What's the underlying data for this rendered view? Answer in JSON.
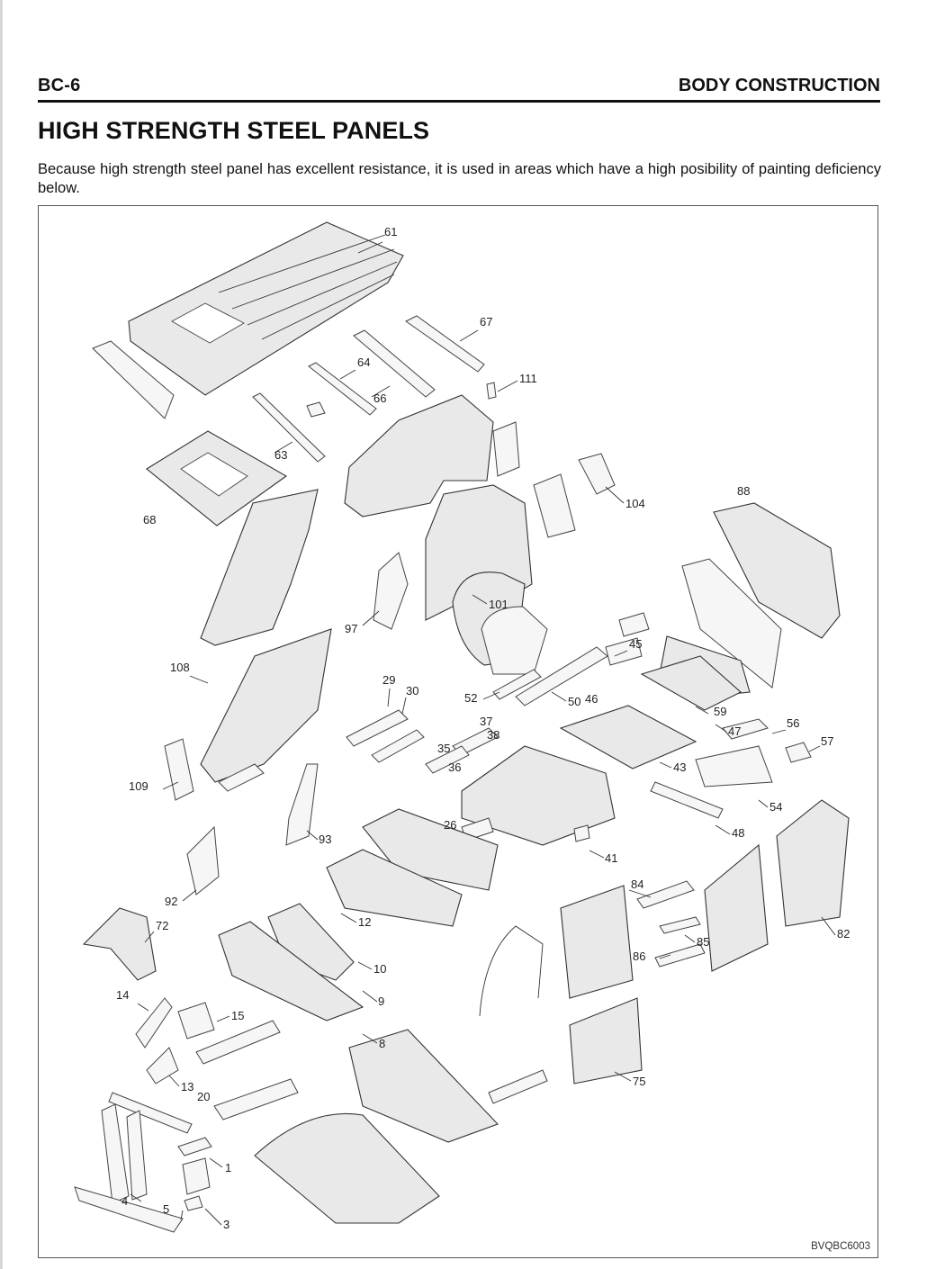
{
  "header": {
    "section_code": "BC-6",
    "section_title": "BODY CONSTRUCTION"
  },
  "page_title": "HIGH STRENGTH STEEL PANELS",
  "intro_text": "Because high strength steel panel has excellent resistance, it is used in areas which have a high posibility of painting deficiency below.",
  "figure": {
    "code": "BVQBC6003",
    "callouts": [
      "61",
      "67",
      "64",
      "66",
      "111",
      "63",
      "104",
      "68",
      "88",
      "97",
      "101",
      "45",
      "108",
      "29",
      "30",
      "52",
      "50",
      "46",
      "59",
      "37",
      "38",
      "47",
      "56",
      "35",
      "57",
      "36",
      "43",
      "109",
      "54",
      "26",
      "48",
      "93",
      "41",
      "84",
      "92",
      "12",
      "72",
      "85",
      "86",
      "10",
      "82",
      "9",
      "14",
      "15",
      "8",
      "75",
      "13",
      "20",
      "1",
      "4",
      "5",
      "3"
    ]
  }
}
